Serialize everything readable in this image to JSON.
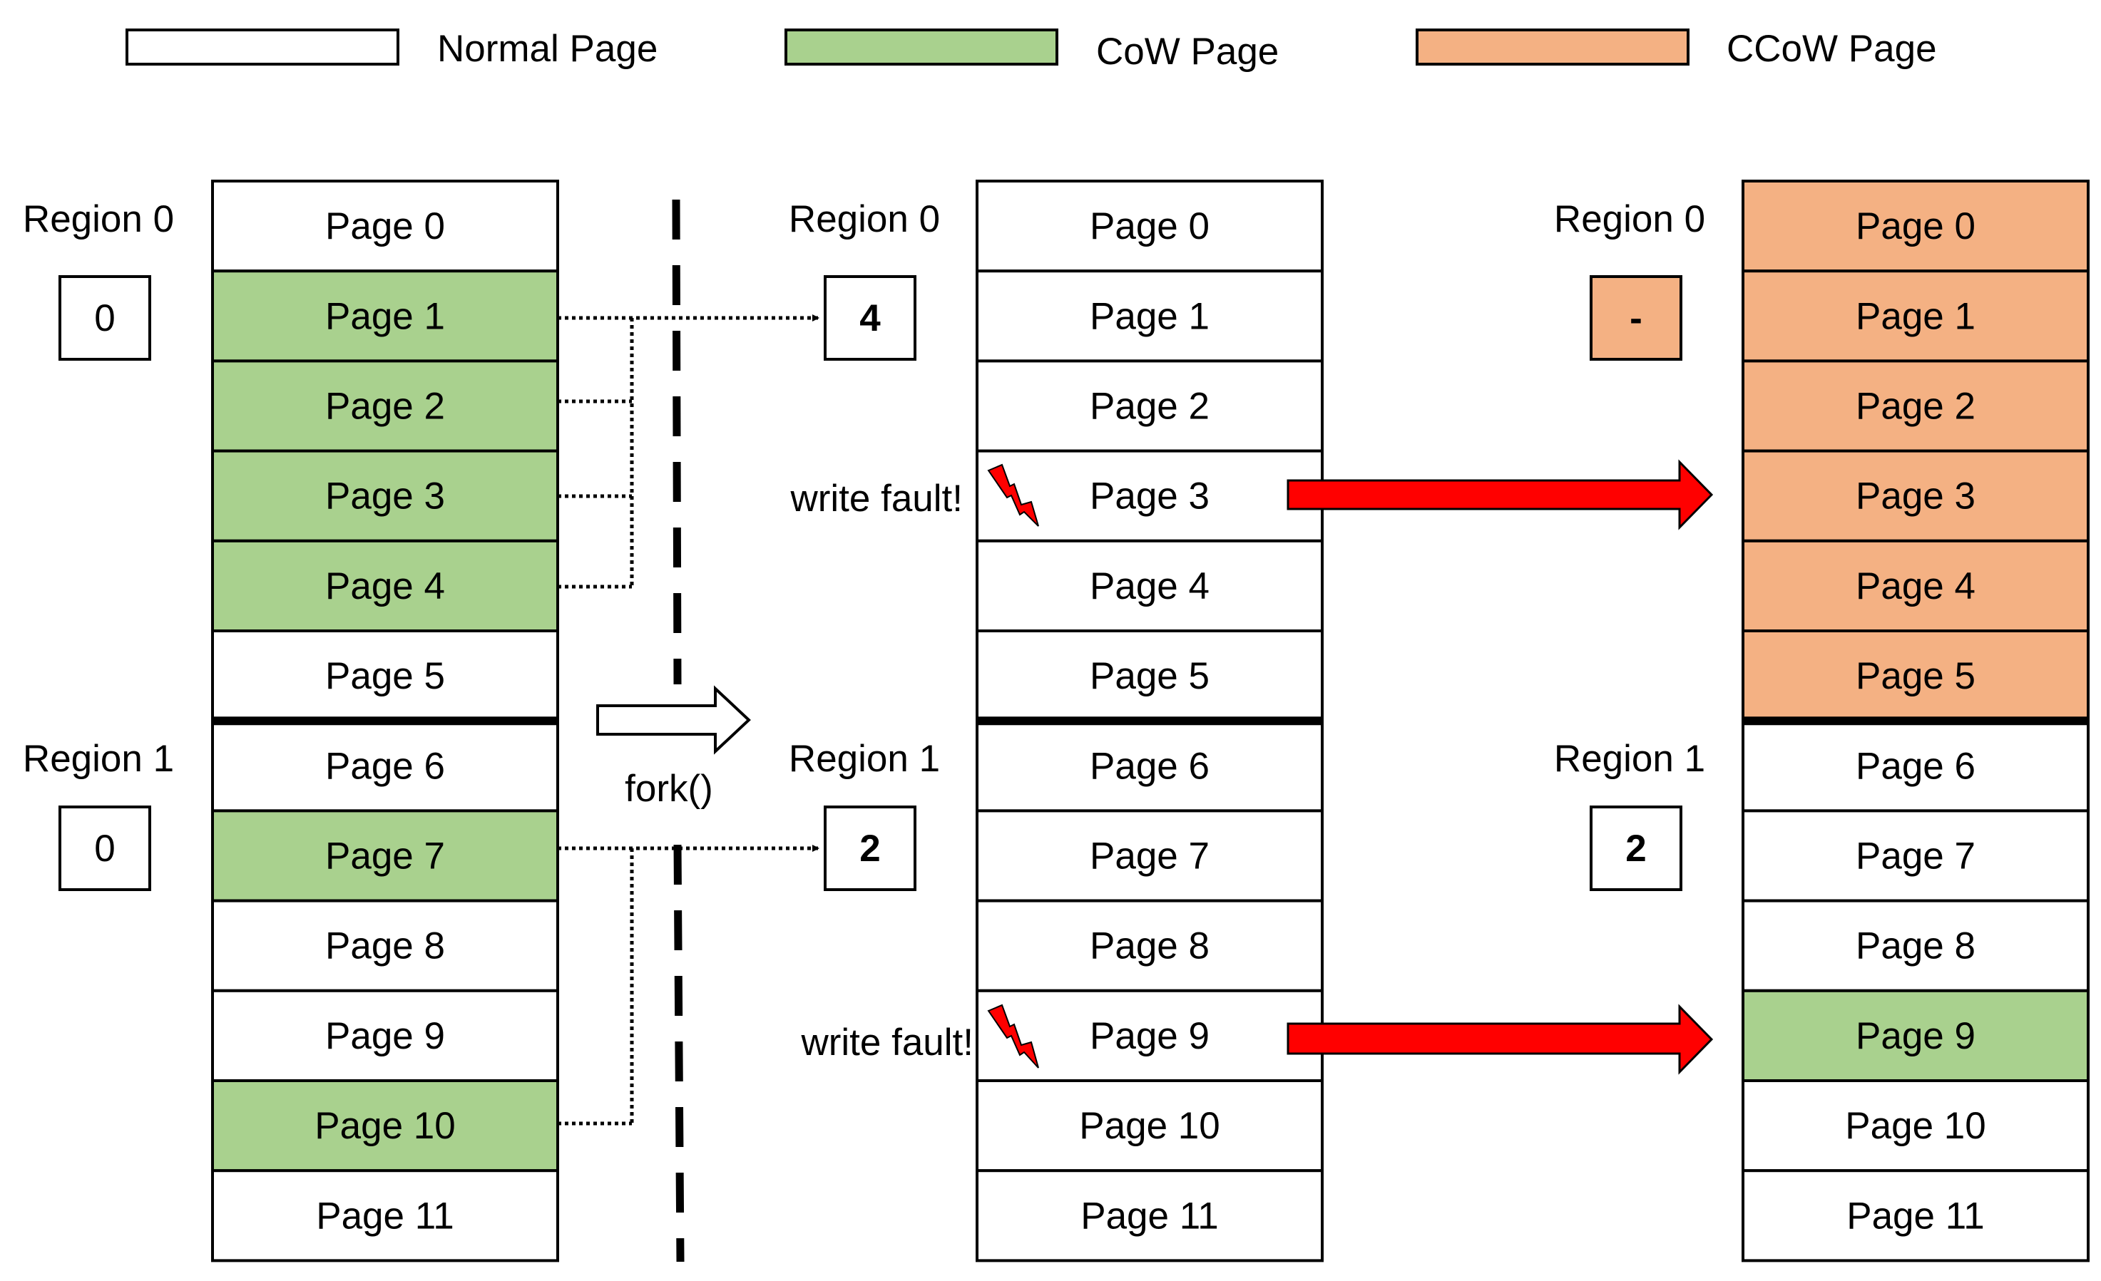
{
  "colors": {
    "normal": "#ffffff",
    "cow": "#a9d18e",
    "ccow": "#f4b183",
    "arrow_red": "#ff0000",
    "bolt_red": "#ff0000",
    "stroke": "#000000"
  },
  "legend": [
    {
      "label": "Normal Page",
      "type": "normal"
    },
    {
      "label": "CoW Page",
      "type": "cow"
    },
    {
      "label": "CCoW Page",
      "type": "ccow"
    }
  ],
  "columns": [
    {
      "name": "parent",
      "region_labels": [
        "Region 0",
        "Region 1"
      ],
      "counters": [
        {
          "value": "0",
          "bold": false,
          "fill": "normal"
        },
        {
          "value": "0",
          "bold": false,
          "fill": "normal"
        }
      ],
      "pages": [
        {
          "label": "Page 0",
          "type": "normal"
        },
        {
          "label": "Page 1",
          "type": "cow"
        },
        {
          "label": "Page 2",
          "type": "cow"
        },
        {
          "label": "Page 3",
          "type": "cow"
        },
        {
          "label": "Page 4",
          "type": "cow"
        },
        {
          "label": "Page 5",
          "type": "normal"
        },
        {
          "label": "Page 6",
          "type": "normal"
        },
        {
          "label": "Page 7",
          "type": "cow"
        },
        {
          "label": "Page 8",
          "type": "normal"
        },
        {
          "label": "Page 9",
          "type": "normal"
        },
        {
          "label": "Page 10",
          "type": "cow"
        },
        {
          "label": "Page 11",
          "type": "normal"
        }
      ]
    },
    {
      "name": "child",
      "region_labels": [
        "Region 0",
        "Region 1"
      ],
      "counters": [
        {
          "value": "4",
          "bold": true,
          "fill": "normal"
        },
        {
          "value": "2",
          "bold": true,
          "fill": "normal"
        }
      ],
      "pages": [
        {
          "label": "Page 0",
          "type": "normal"
        },
        {
          "label": "Page 1",
          "type": "normal"
        },
        {
          "label": "Page 2",
          "type": "normal"
        },
        {
          "label": "Page 3",
          "type": "normal"
        },
        {
          "label": "Page 4",
          "type": "normal"
        },
        {
          "label": "Page 5",
          "type": "normal"
        },
        {
          "label": "Page 6",
          "type": "normal"
        },
        {
          "label": "Page 7",
          "type": "normal"
        },
        {
          "label": "Page 8",
          "type": "normal"
        },
        {
          "label": "Page 9",
          "type": "normal"
        },
        {
          "label": "Page 10",
          "type": "normal"
        },
        {
          "label": "Page 11",
          "type": "normal"
        }
      ]
    },
    {
      "name": "result",
      "region_labels": [
        "Region 0",
        "Region 1"
      ],
      "counters": [
        {
          "value": "-",
          "bold": true,
          "fill": "ccow"
        },
        {
          "value": "2",
          "bold": true,
          "fill": "normal"
        }
      ],
      "pages": [
        {
          "label": "Page 0",
          "type": "ccow"
        },
        {
          "label": "Page 1",
          "type": "ccow"
        },
        {
          "label": "Page 2",
          "type": "ccow"
        },
        {
          "label": "Page 3",
          "type": "ccow"
        },
        {
          "label": "Page 4",
          "type": "ccow"
        },
        {
          "label": "Page 5",
          "type": "ccow"
        },
        {
          "label": "Page 6",
          "type": "normal"
        },
        {
          "label": "Page 7",
          "type": "normal"
        },
        {
          "label": "Page 8",
          "type": "normal"
        },
        {
          "label": "Page 9",
          "type": "cow"
        },
        {
          "label": "Page 10",
          "type": "normal"
        },
        {
          "label": "Page 11",
          "type": "normal"
        }
      ]
    }
  ],
  "fork_label": "fork()",
  "write_faults": [
    {
      "label": "write fault!",
      "page_index": 3
    },
    {
      "label": "write fault!",
      "page_index": 9
    }
  ],
  "icons": {
    "bolt": "lightning-bolt-icon",
    "fork_arrow": "hollow-right-arrow-icon",
    "transition_arrow": "red-right-arrow-icon"
  }
}
